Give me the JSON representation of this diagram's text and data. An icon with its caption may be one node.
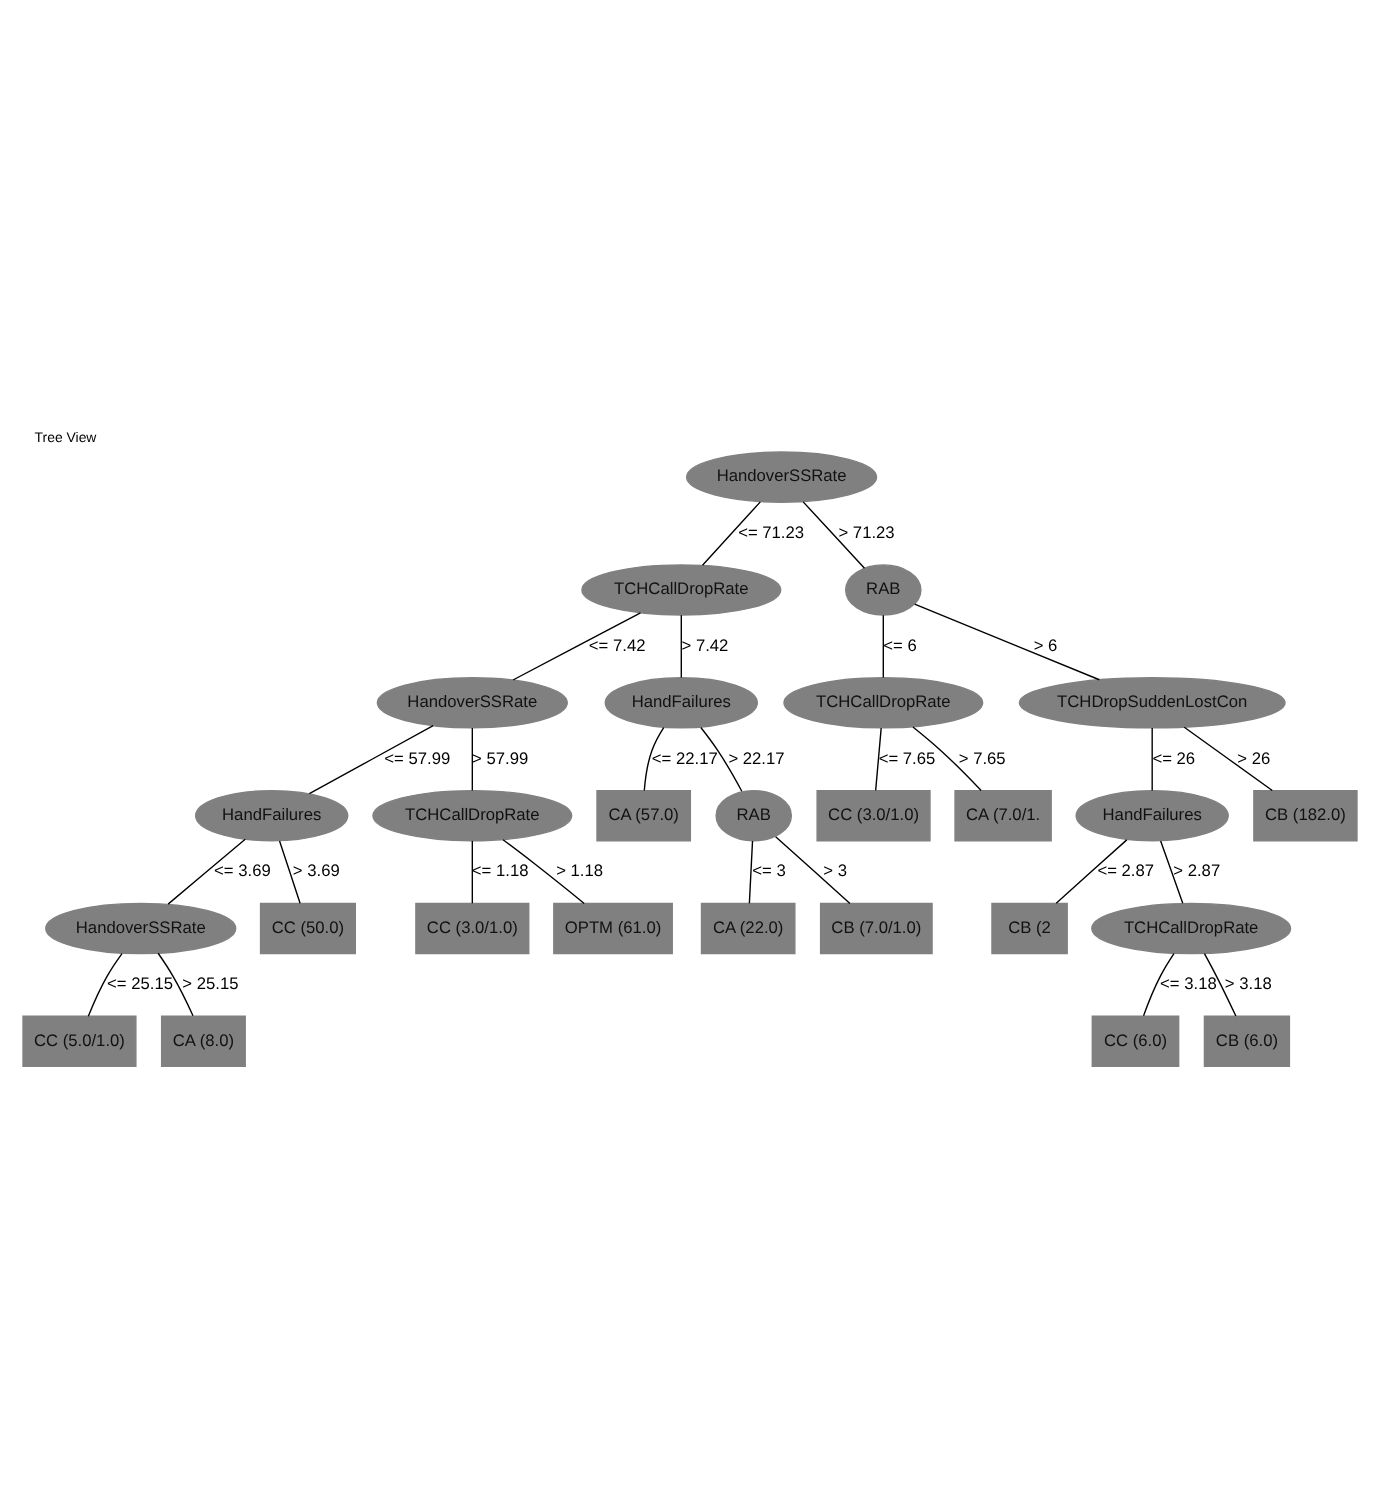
{
  "diagram": {
    "title": "Tree View",
    "nodes": [
      {
        "text": [
          "HandoverSSRate"
        ]
      },
      {
        "text": [
          "TCHCallDropRate"
        ]
      },
      {
        "text": [
          "RAB"
        ]
      },
      {
        "text": [
          "HandoverSSRate"
        ]
      },
      {
        "text": [
          "HandFailures"
        ]
      },
      {
        "text": [
          "TCHCallDropRate"
        ]
      },
      {
        "text": [
          "TCHDropSuddenLostCon"
        ]
      },
      {
        "text": [
          "HandFailures"
        ]
      },
      {
        "text": [
          "TCHCallDropRate"
        ]
      },
      {
        "text": [
          "CA (57.0)"
        ]
      },
      {
        "text": [
          "RAB"
        ]
      },
      {
        "text": [
          "CC (3.0/1.0)"
        ]
      },
      {
        "text": [
          "CA (7.0/1."
        ]
      },
      {
        "text": [
          "HandFailures"
        ]
      },
      {
        "text": [
          "CB (182.0)"
        ]
      },
      {
        "text": [
          "HandoverSSRate"
        ]
      },
      {
        "text": [
          "CC (50.0)"
        ]
      },
      {
        "text": [
          "CC (3.0/1.0)"
        ]
      },
      {
        "text": [
          "OPTM (61.0)"
        ]
      },
      {
        "text": [
          "CA (22.0)"
        ]
      },
      {
        "text": [
          "CB (7.0/1.0)"
        ]
      },
      {
        "text": [
          "CB (2"
        ]
      },
      {
        "text": [
          "TCHCallDropRate"
        ]
      },
      {
        "text": [
          "CC (5.0/1.0)"
        ]
      },
      {
        "text": [
          "CA (8.0)"
        ]
      },
      {
        "text": [
          "CC (6.0)"
        ]
      },
      {
        "text": [
          "CB (6.0)"
        ]
      }
    ],
    "edges": [
      {
        "from": 0,
        "to": 1,
        "arrow": "none",
        "label": "<= 71.23"
      },
      {
        "from": 0,
        "to": 2,
        "arrow": "none",
        "label": "> 71.23"
      },
      {
        "from": 1,
        "to": 3,
        "arrow": "none",
        "label": "<= 7.42"
      },
      {
        "from": 1,
        "to": 4,
        "arrow": "none",
        "label": "> 7.42"
      },
      {
        "from": 2,
        "to": 5,
        "arrow": "none",
        "label": "<= 6"
      },
      {
        "from": 2,
        "to": 6,
        "arrow": "none",
        "label": "> 6"
      },
      {
        "from": 3,
        "to": 7,
        "arrow": "none",
        "label": "<= 57.99"
      },
      {
        "from": 3,
        "to": 8,
        "arrow": "none",
        "label": "> 57.99"
      },
      {
        "from": 4,
        "to": 9,
        "arrow": "none",
        "label": "<= 22.17"
      },
      {
        "from": 4,
        "to": 10,
        "arrow": "none",
        "label": "> 22.17"
      },
      {
        "from": 5,
        "to": 11,
        "arrow": "none",
        "label": "<= 7.65"
      },
      {
        "from": 5,
        "to": 12,
        "arrow": "none",
        "label": "> 7.65"
      },
      {
        "from": 6,
        "to": 13,
        "arrow": "none",
        "label": "<= 26"
      },
      {
        "from": 6,
        "to": 14,
        "arrow": "none",
        "label": "> 26"
      },
      {
        "from": 7,
        "to": 15,
        "arrow": "none",
        "label": "<= 3.69"
      },
      {
        "from": 7,
        "to": 16,
        "arrow": "none",
        "label": "> 3.69"
      },
      {
        "from": 8,
        "to": 17,
        "arrow": "none",
        "label": "<= 1.18"
      },
      {
        "from": 8,
        "to": 18,
        "arrow": "none",
        "label": "> 1.18"
      },
      {
        "from": 10,
        "to": 19,
        "arrow": "none",
        "label": "<= 3"
      },
      {
        "from": 10,
        "to": 20,
        "arrow": "none",
        "label": "> 3"
      },
      {
        "from": 13,
        "to": 21,
        "arrow": "none",
        "label": "<= 2.87"
      },
      {
        "from": 13,
        "to": 22,
        "arrow": "none",
        "label": "> 2.87"
      },
      {
        "from": 15,
        "to": 23,
        "arrow": "none",
        "label": "<= 25.15"
      },
      {
        "from": 15,
        "to": 24,
        "arrow": "none",
        "label": "> 25.15"
      },
      {
        "from": 22,
        "to": 25,
        "arrow": "none",
        "label": "<= 3.18"
      },
      {
        "from": 22,
        "to": 26,
        "arrow": "none",
        "label": "> 3.18"
      }
    ]
  }
}
